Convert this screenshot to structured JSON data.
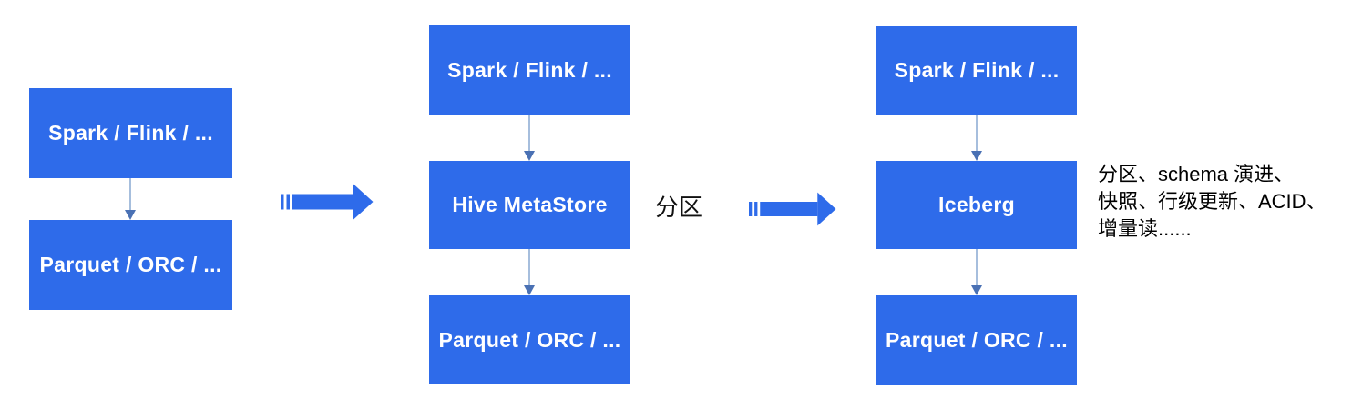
{
  "diagram": {
    "title": "",
    "stages": [
      {
        "name": "direct-files",
        "nodes": [
          "Spark / Flink / ...",
          "Parquet / ORC / ..."
        ]
      },
      {
        "name": "hive-metastore",
        "nodes": [
          "Spark / Flink / ...",
          "Hive MetaStore",
          "Parquet / ORC / ..."
        ]
      },
      {
        "name": "iceberg",
        "nodes": [
          "Spark / Flink / ...",
          "Iceberg",
          "Parquet / ORC / ..."
        ]
      }
    ],
    "transition_label": "分区",
    "annotation": {
      "lines": [
        "分区、schema 演进、",
        "快照、行级更新、ACID、",
        "增量读......"
      ]
    },
    "colors": {
      "node_fill": "#2E6BEA",
      "node_text": "#FFFFFF",
      "big_arrow_fill": "#2E6BEA",
      "connector_line": "#A6BEDD",
      "connector_head": "#4A71B4",
      "label_text": "#111111",
      "background": "#FFFFFF"
    }
  }
}
